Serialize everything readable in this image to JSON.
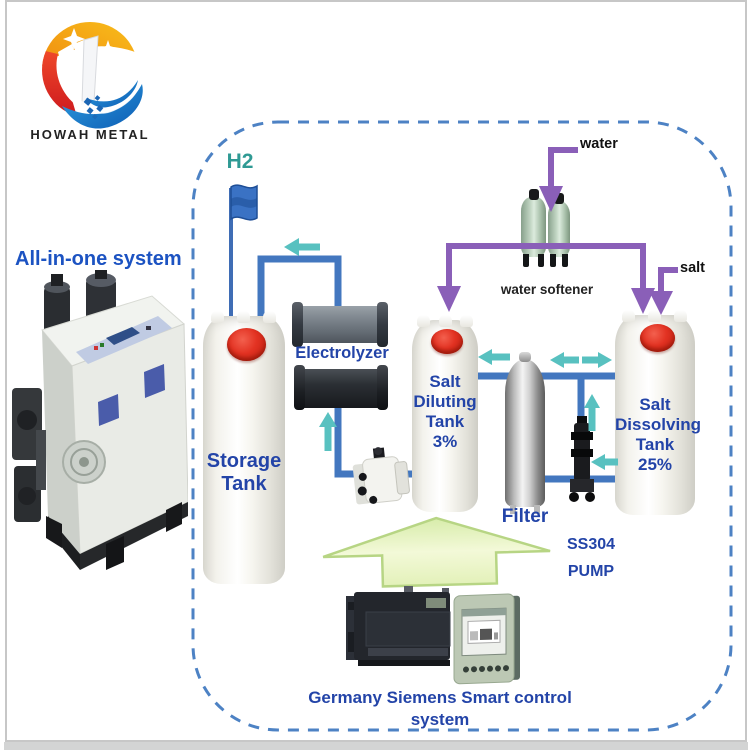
{
  "logo": {
    "company": "HOWAH METAL"
  },
  "system": {
    "label": "All-in-one system"
  },
  "diagram": {
    "h2": "H2",
    "electrolyzer": "Electrolyzer",
    "storage_tank": "Storage\nTank",
    "salt_diluting_tank": "Salt\nDiluting\nTank\n3%",
    "salt_dissolving_tank": "Salt\nDissolving\nTank\n25%",
    "filter": "Filter",
    "ss304_pump": "SS304\nPUMP",
    "water": "water",
    "salt": "salt",
    "water_softener": "water softener",
    "control_system": "Germany Siemens Smart control system"
  },
  "colors": {
    "pipe_blue": "#4377bf",
    "arrow_teal": "#58c1c0",
    "line_purple": "#8a5fb8",
    "label_blue": "#2344a8",
    "h2_teal": "#2f9a94",
    "tank_cap_red": "#e23222",
    "dashed_border_blue": "#4d82c4",
    "green_arrow_fill": "#eaf5c6",
    "water_salt_text": "#111111"
  }
}
